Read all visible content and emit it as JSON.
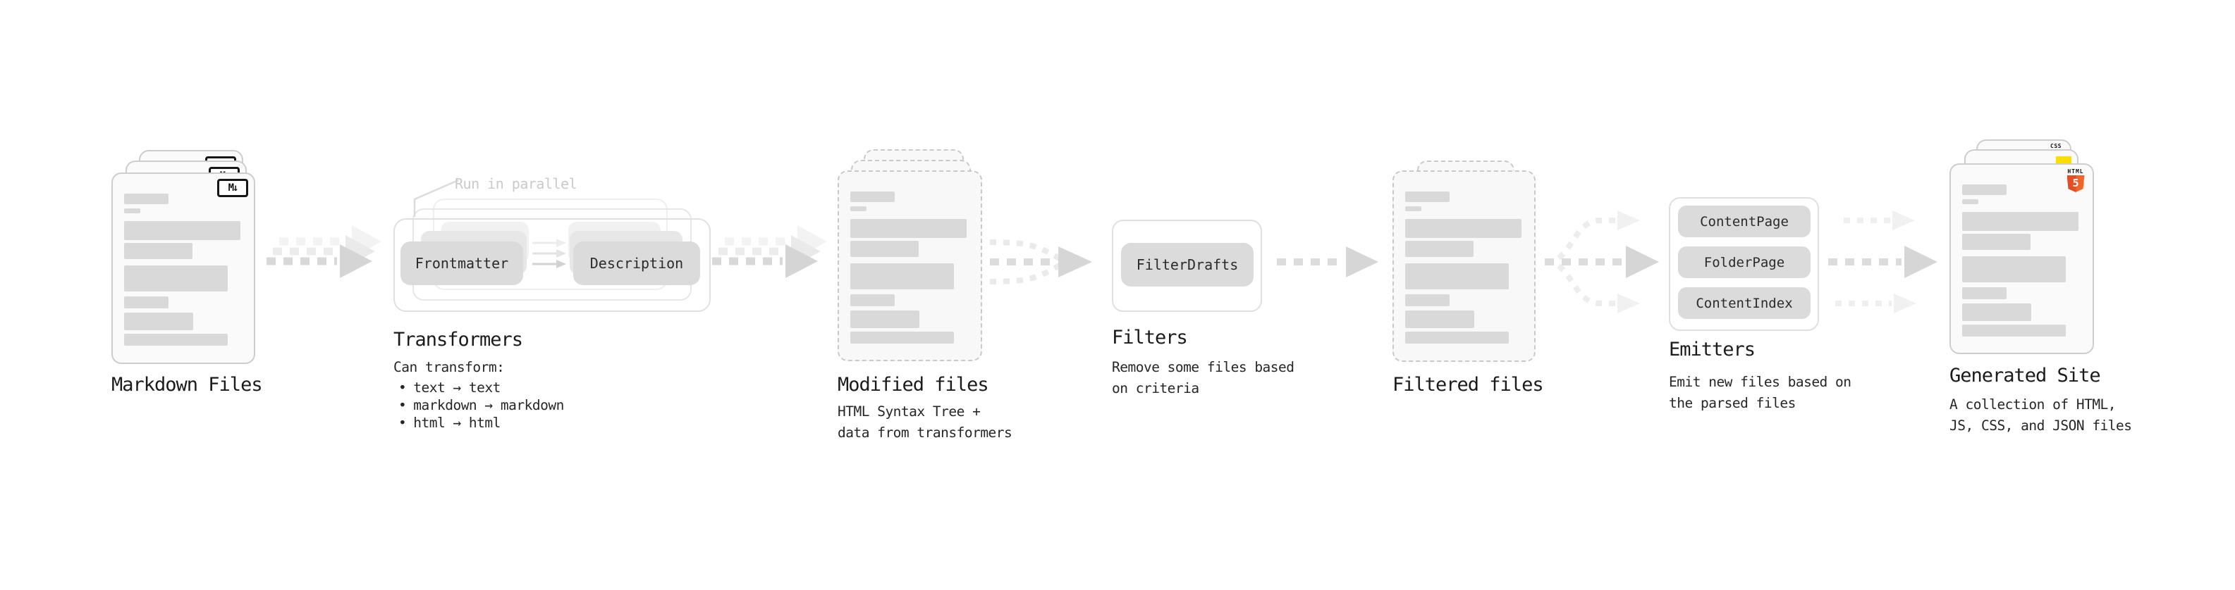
{
  "diagram": {
    "description_domain": "static site generation pipeline"
  },
  "sections": {
    "markdown_files": {
      "title": "Markdown Files",
      "badge": "M↓"
    },
    "transformers": {
      "title": "Transformers",
      "annotation": "Run in parallel",
      "stages": [
        "Frontmatter",
        "Description"
      ],
      "caption_heading": "Can transform:",
      "bullet": "•",
      "bullets": [
        "text → text",
        "markdown → markdown",
        "html → html"
      ]
    },
    "modified_files": {
      "title": "Modified files",
      "caption_lines": [
        "HTML Syntax Tree +",
        "data from transformers"
      ]
    },
    "filters": {
      "title": "Filters",
      "stage": "FilterDrafts",
      "caption_lines": [
        "Remove some files based",
        "on criteria"
      ]
    },
    "filtered_files": {
      "title": "Filtered files"
    },
    "emitters": {
      "title": "Emitters",
      "stages": [
        "ContentPage",
        "FolderPage",
        "ContentIndex"
      ],
      "caption_lines": [
        "Emit new files based on",
        "the parsed files"
      ]
    },
    "generated_site": {
      "title": "Generated Site",
      "caption_lines": [
        "A collection of HTML,",
        "JS, CSS, and JSON files"
      ],
      "badges": {
        "css": "CSS",
        "html_label": "HTML",
        "html_number": "5"
      }
    }
  },
  "colors": {
    "background": "#ffffff",
    "card_fill": "#fafafa",
    "card_border": "#cdcdcd",
    "dashed_border": "#c9c9c9",
    "stage_box_fill": "#dbdbdb",
    "content_bar": "#d9d9d9",
    "arrow_dark": "#d8d8d8",
    "arrow_light": "#ececec",
    "arrow_faint": "#f3f3f3",
    "title_text": "#1b1b1b",
    "caption_text": "#262626",
    "annotation_text": "#cacaca",
    "markdown_badge": "#161616",
    "css_blue": "#2d53e5",
    "js_yellow": "#ffdd00",
    "html5_orange": "#e44d26"
  }
}
